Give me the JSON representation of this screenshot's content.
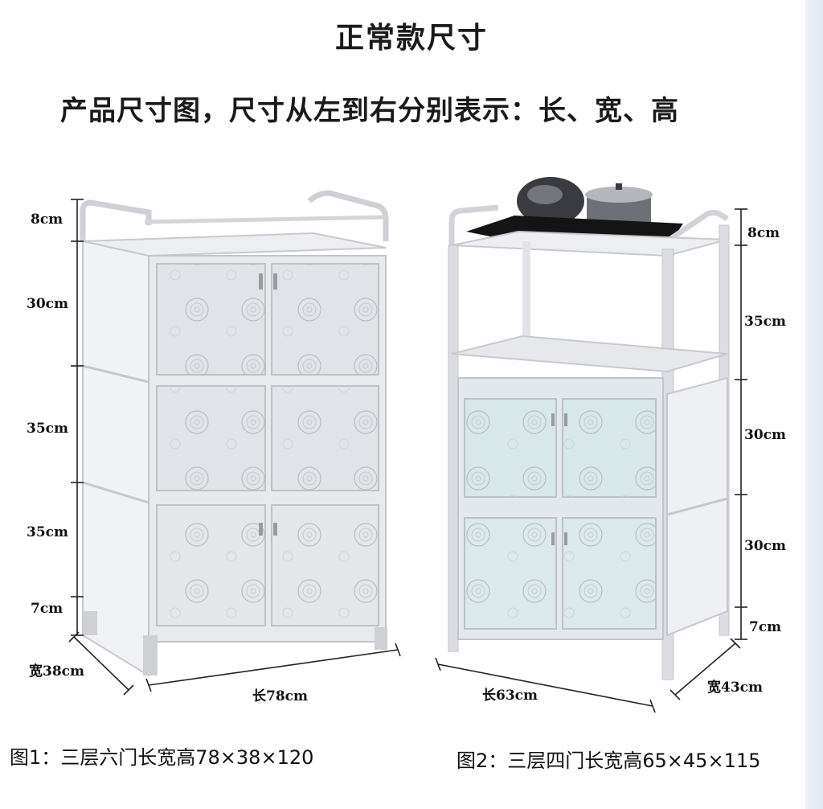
{
  "title": "正常款尺寸",
  "subtitle": "产品尺寸图，尺寸从左到右分别表示：长、宽、高",
  "left_cabinet": {
    "heights": [
      "8cm",
      "30cm",
      "35cm",
      "35cm",
      "7cm"
    ],
    "width_label": "宽38cm",
    "length_label": "长78cm",
    "caption": "图1：三层六门长宽高78×38×120"
  },
  "right_cabinet": {
    "heights": [
      "8cm",
      "35cm",
      "30cm",
      "30cm",
      "7cm"
    ],
    "width_label": "宽43cm",
    "length_label": "长63cm",
    "caption": "图2：三层四门长宽高65×45×115"
  },
  "colors": {
    "frame": "#e6e6ea",
    "panel": "#f2f3f6",
    "glass": "#dfe3ea",
    "glass_blue": "#d5e8ec",
    "line": "#222222"
  }
}
